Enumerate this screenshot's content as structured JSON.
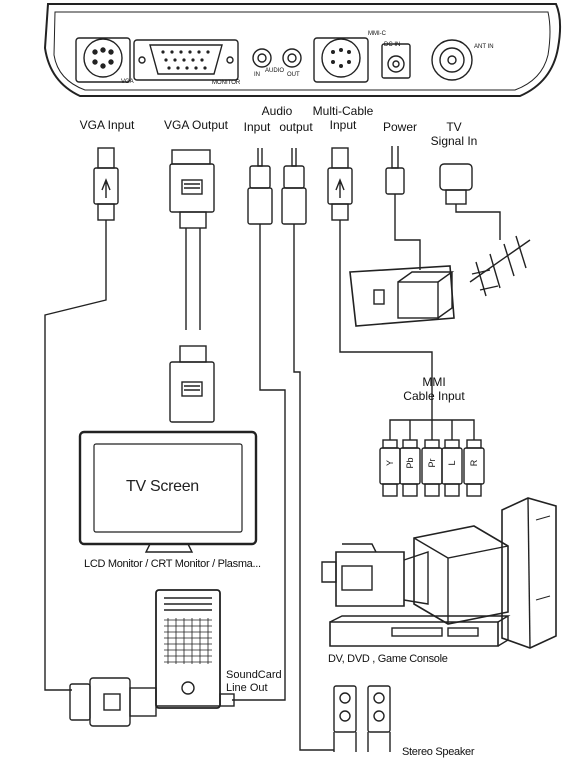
{
  "device_panel": {
    "vga": "VGA",
    "monitor": "MONITOR",
    "audio_in": "IN",
    "audio": "AUDIO",
    "audio_out": "OUT",
    "mmi_c": "MMI-C",
    "dc_in": "DC IN",
    "ant_in": "ANT IN"
  },
  "connectors": {
    "vga_input": "VGA Input",
    "vga_output": "VGA Output",
    "audio": "Audio",
    "audio_input": "Input",
    "audio_output": "output",
    "multi_cable_1": "Multi-Cable",
    "multi_cable_2": "Input",
    "power": "Power",
    "tv_1": "TV",
    "tv_2": "Signal In"
  },
  "mmi": {
    "line1": "MMI",
    "line2": "Cable Input",
    "plugs": [
      "Y",
      "Pb",
      "Pr",
      "L",
      "R"
    ]
  },
  "devices": {
    "tv_screen": "TV Screen",
    "monitor_caption": "LCD Monitor / CRT Monitor / Plasma...",
    "soundcard_1": "SoundCard",
    "soundcard_2": "Line Out",
    "dvd_caption": "DV, DVD , Game Console",
    "speaker_caption": "Stereo Speaker"
  }
}
